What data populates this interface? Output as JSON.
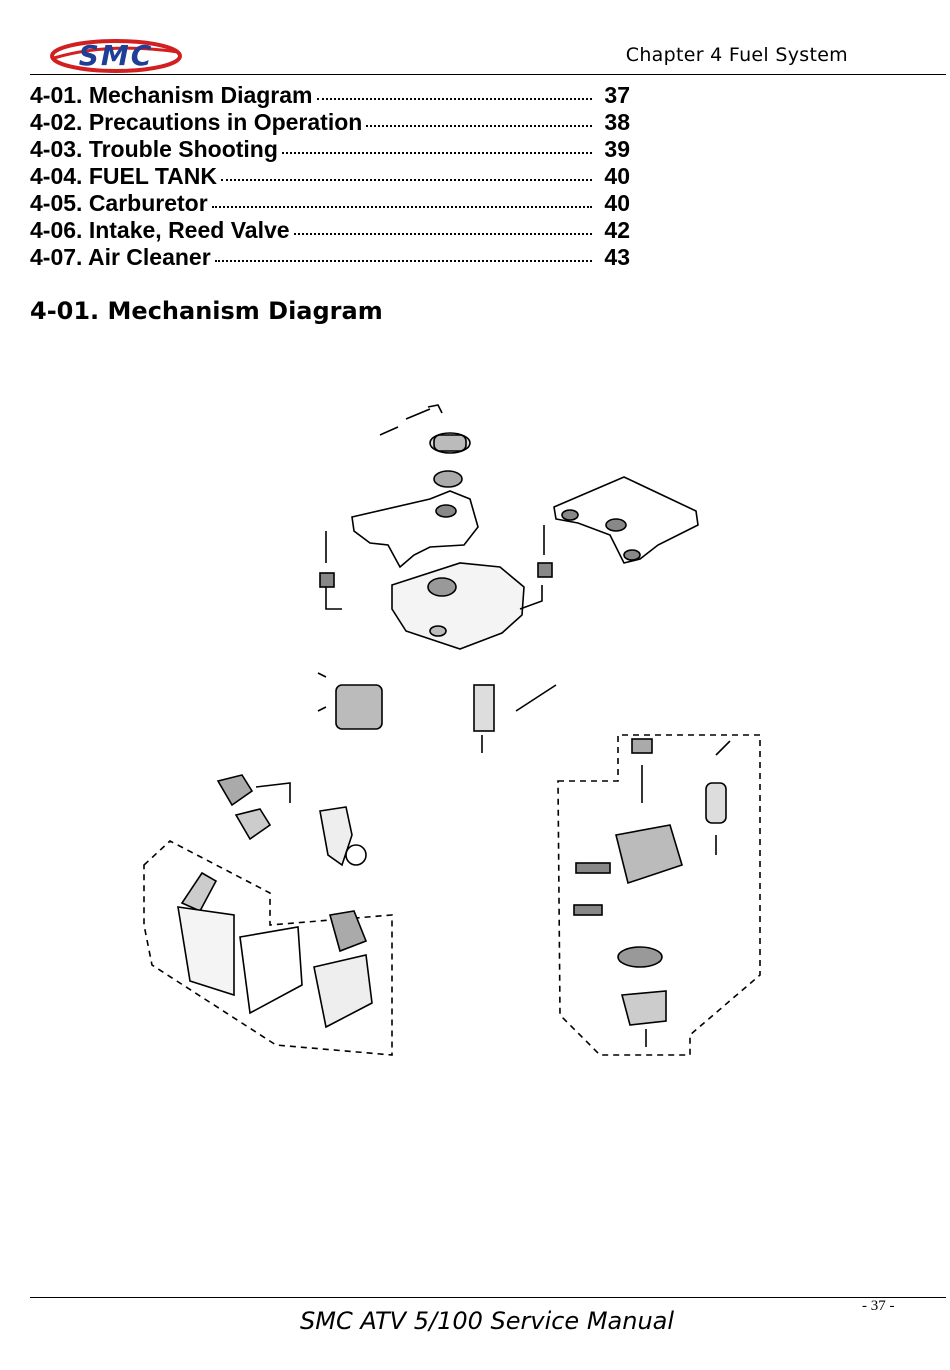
{
  "header": {
    "logo_text": "SMC",
    "chapter": "Chapter 4 Fuel System"
  },
  "toc": [
    {
      "label": "4-01. Mechanism Diagram",
      "page": "37"
    },
    {
      "label": "4-02. Precautions in Operation",
      "page": "38"
    },
    {
      "label": "4-03. Trouble Shooting",
      "page": "39"
    },
    {
      "label": "4-04. FUEL TANK",
      "page": "40"
    },
    {
      "label": "4-05. Carburetor",
      "page": "40"
    },
    {
      "label": "4-06. Intake, Reed Valve",
      "page": "42"
    },
    {
      "label": "4-07. Air Cleaner",
      "page": "43"
    }
  ],
  "section": {
    "title": "4-01. Mechanism Diagram"
  },
  "footer": {
    "page_number": "- 37 -",
    "manual_title": "SMC ATV 5/100 Service Manual"
  }
}
